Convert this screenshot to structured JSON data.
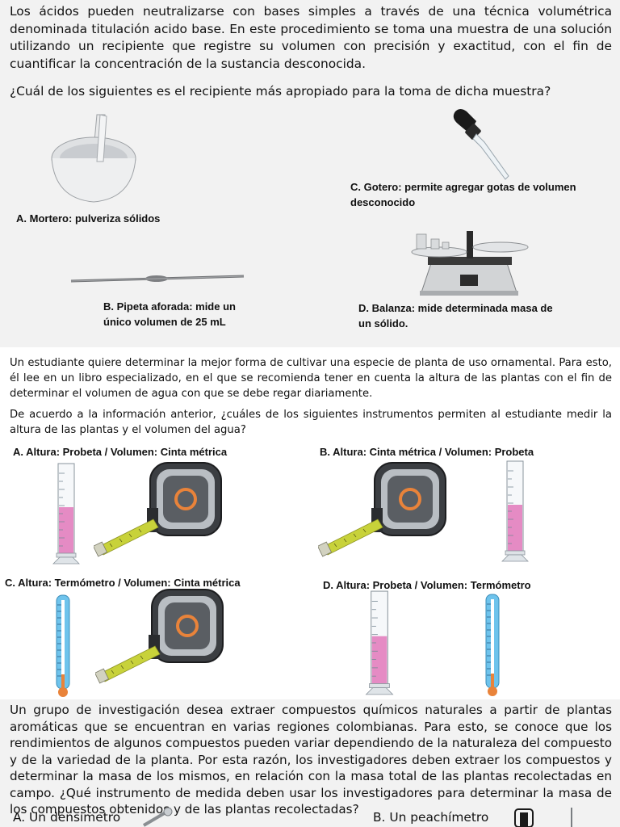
{
  "q1": {
    "paragraph": "Los ácidos pueden neutralizarse con bases simples a través de una técnica volumétrica denominada titulación acido base. En este procedimiento se toma una muestra de una solución utilizando un recipiente que registre su volumen con precisión y exactitud, con el fin de cuantificar la concentración de la sustancia desconocida.",
    "question": "¿Cuál de los siguientes es el recipiente más apropiado para la toma de dicha muestra?",
    "options": {
      "a": "A.     Mortero: pulveriza sólidos",
      "b_line1": "B.  Pipeta aforada: mide un",
      "b_line2": "único volumen de 25 mL",
      "c_line1": "C.   Gotero: permite agregar gotas de volumen",
      "c_line2": "desconocido",
      "d_line1": "D.  Balanza: mide determinada masa de",
      "d_line2": "un sólido."
    }
  },
  "q2": {
    "paragraph": "Un estudiante quiere determinar la mejor forma de cultivar una especie de planta de uso ornamental. Para esto, él lee en un libro especializado, en el que se recomienda tener en cuenta la altura de las plantas con el fin de determinar el volumen de agua con que se debe regar diariamente.",
    "question": "De acuerdo a la información anterior, ¿cuáles de los siguientes instrumentos permiten al estudiante medir la altura de las plantas y el volumen del agua?",
    "options": {
      "a": "A.     Altura: Probeta / Volumen: Cinta métrica",
      "b": "B. Altura: Cinta métrica / Volumen: Probeta",
      "c": "C. Altura: Termómetro / Volumen: Cinta métrica",
      "d": "D. Altura: Probeta / Volumen: Termómetro"
    }
  },
  "q3": {
    "paragraph": "Un grupo de investigación desea extraer compuestos químicos naturales a partir de plantas aromáticas que se encuentran en varias regiones colombianas. Para esto, se conoce que los rendimientos de algunos compuestos pueden variar dependiendo de la naturaleza del compuesto y de la variedad de la planta. Por esta razón, los investigadores deben extraer los compuestos y determinar la masa de los mismos, en relación con la masa total de las plantas recolectadas en campo. ¿Qué instrumento de medida deben usar los investigadores para determinar la masa de los compuestos obtenidos y de las plantas recolectadas?",
    "options": {
      "a": "A.  Un densimetro",
      "b": "B.  Un peachímetro"
    }
  },
  "colors": {
    "panel": "#f2f2f2",
    "liquid": "#e58bc4",
    "tape_yellow": "#c8d23a",
    "tape_orange": "#e9833a",
    "thermo_blue": "#6ec3ec"
  }
}
